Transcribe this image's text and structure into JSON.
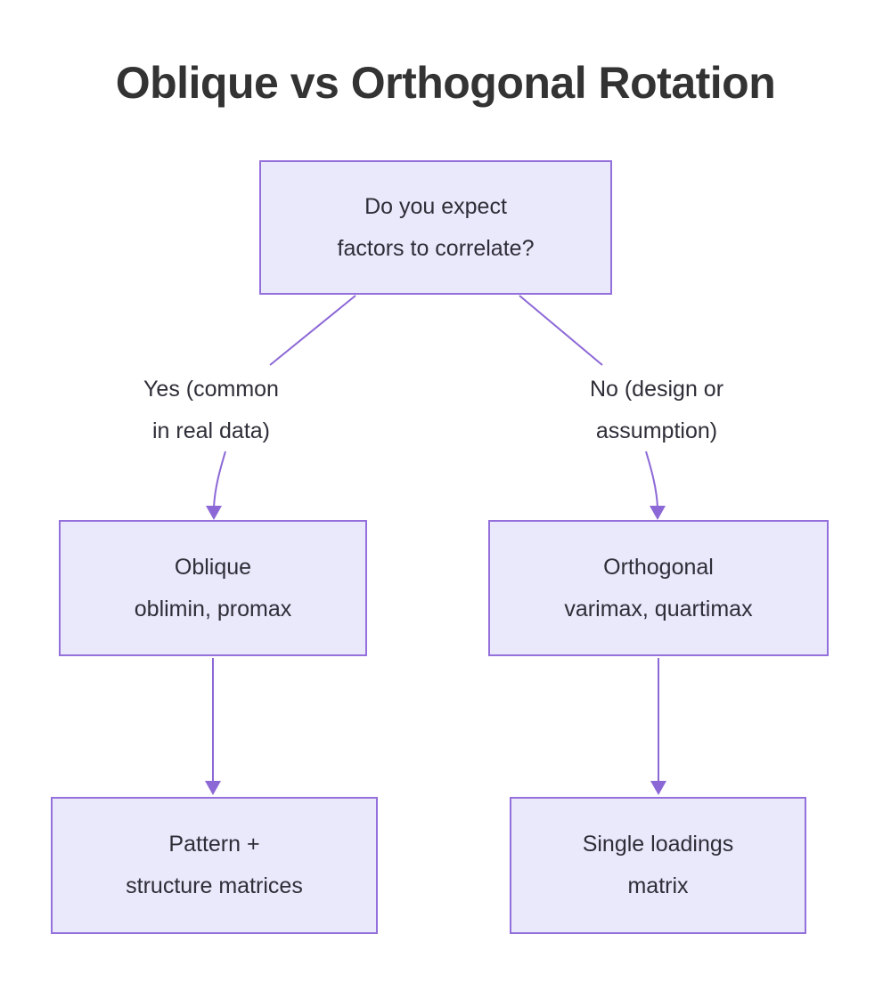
{
  "title": "Oblique vs Orthogonal Rotation",
  "nodes": {
    "question": {
      "line1": "Do you expect",
      "line2": "factors to correlate?"
    },
    "oblique": {
      "line1": "Oblique",
      "line2": "oblimin, promax"
    },
    "orthogonal": {
      "line1": "Orthogonal",
      "line2": "varimax, quartimax"
    },
    "pattern": {
      "line1": "Pattern +",
      "line2": "structure matrices"
    },
    "single": {
      "line1": "Single loadings",
      "line2": "matrix"
    }
  },
  "edge_labels": {
    "yes": {
      "line1": "Yes (common",
      "line2": "in real data)"
    },
    "no": {
      "line1": "No (design or",
      "line2": "assumption)"
    }
  },
  "colors": {
    "node-fill": "#EAE8FB",
    "node-border": "#9370DB",
    "edge": "#8C68D6",
    "text": "#2E2E38",
    "title": "#333333",
    "bg": "#ffffff"
  }
}
